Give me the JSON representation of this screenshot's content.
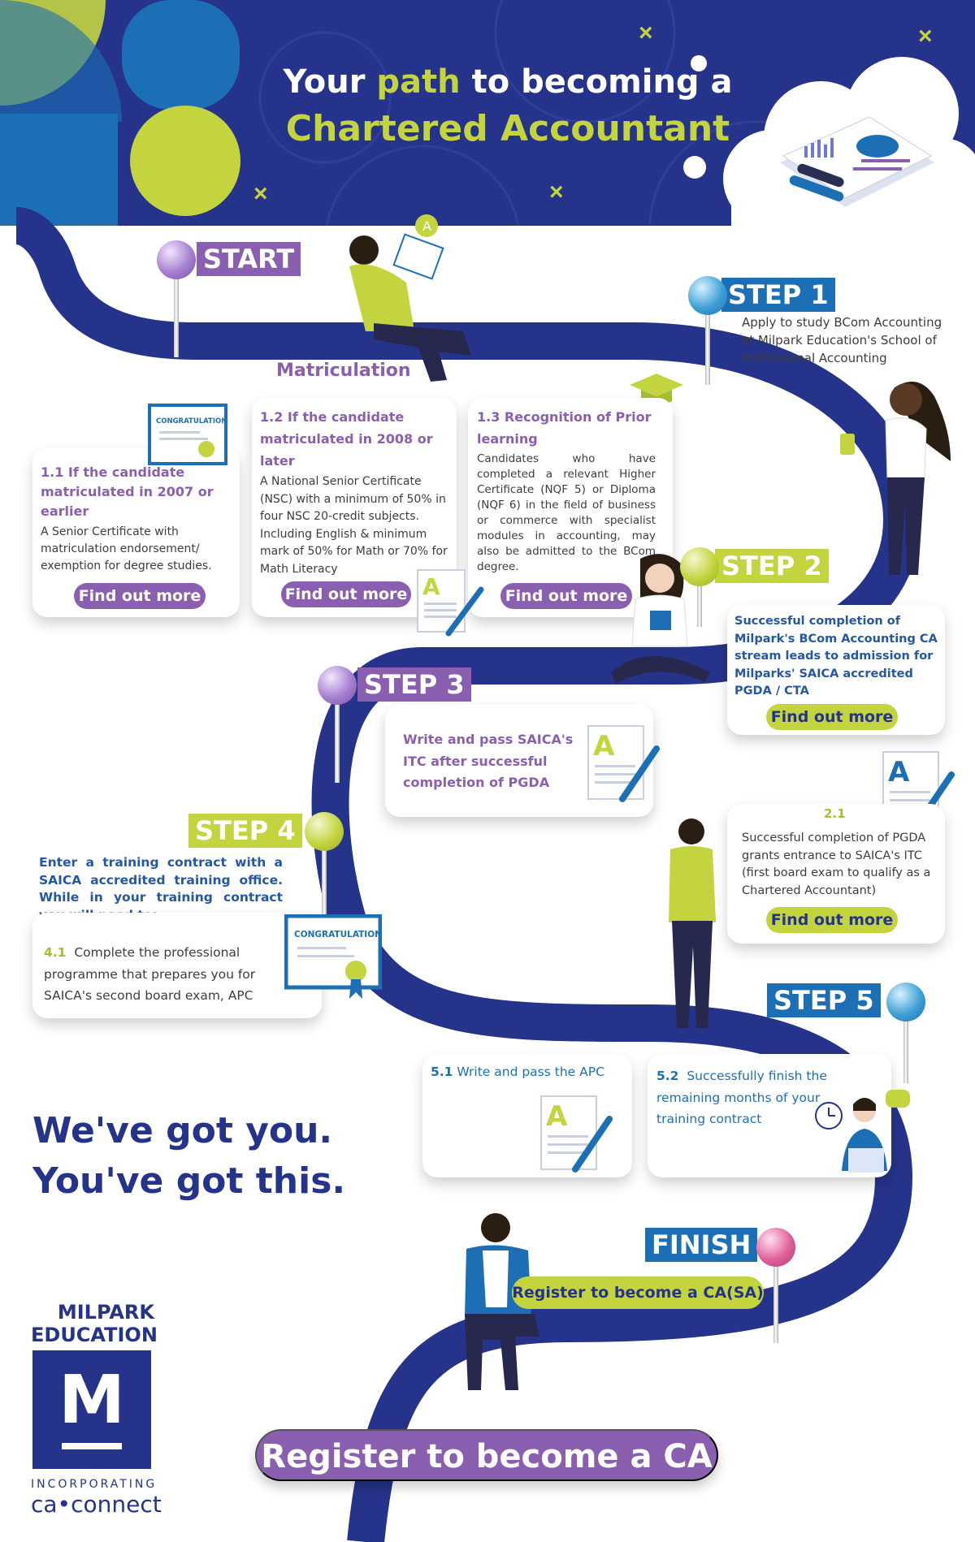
{
  "header": {
    "title_part1": "Your ",
    "title_highlight": "path",
    "title_part2": " to becoming a",
    "title_line2": "Chartered Accountant"
  },
  "steps": {
    "start": "START",
    "step1": "STEP 1",
    "step2": "STEP 2",
    "step3": "STEP 3",
    "step4": "STEP 4",
    "step5": "STEP 5",
    "finish": "FINISH"
  },
  "step1_text": "Apply to study BCom Accounting at Milpark Education's School of Professional Accounting",
  "matriculation": {
    "heading": "Matriculation",
    "cards": [
      {
        "title": "1.1 If the candidate matriculated in 2007 or earlier",
        "body": "A Senior Certificate with matriculation endorsement/ exemption for degree studies.",
        "button": "Find out more"
      },
      {
        "title": "1.2 If the candidate matriculated in 2008 or later",
        "body": "A National Senior Certificate (NSC) with a minimum of 50% in four NSC 20-credit subjects. Including English & minimum mark of 50% for Math or 70% for Math Literacy",
        "button": "Find out more"
      },
      {
        "title": "1.3 Recognition of Prior learning",
        "body": "Candidates who have completed a relevant Higher Certificate (NQF 5) or Diploma (NQF 6) in the field of business or commerce with specialist modules in accounting, may also be admitted to the BCom degree.",
        "button": "Find out more"
      }
    ]
  },
  "step2": {
    "body": "Successful completion of Milpark's BCom Accounting CA stream leads to admission for Milparks' SAICA accredited PGDA / CTA",
    "button": "Find out more"
  },
  "step2_1": {
    "num": "2.1",
    "body": "Successful completion of PGDA grants entrance to SAICA's ITC (first board exam to qualify as a Chartered Accountant)",
    "button": "Find out more"
  },
  "step3": {
    "body": "Write and pass SAICA's ITC after successful completion of PGDA"
  },
  "step4": {
    "intro": "Enter a training contract with a SAICA accredited training office. While in your training contract you will need to:",
    "num": "4.1",
    "body": "Complete the professional programme that prepares you for SAICA's second board exam, APC"
  },
  "step5": {
    "a_num": "5.1",
    "a_body": "Write and pass the APC",
    "b_num": "5.2",
    "b_body": "Successfully finish the remaining months of your training contract"
  },
  "finish_pill": "Register to become a CA(SA)",
  "slogan": {
    "line1": "We've got you.",
    "line2": "You've got this."
  },
  "logo": {
    "line1": "MILPARK",
    "line2": "EDUCATION",
    "letter": "M",
    "incorporating": "INCORPORATING",
    "brand": "ca•connect"
  },
  "certificate_label": "CONGRATULATION!",
  "doc_letter": "A",
  "cta": "Register to become a CA",
  "colors": {
    "navy": "#26338a",
    "lime": "#c3d43f",
    "purple": "#8b5fb0",
    "blue": "#1d6fb5"
  }
}
